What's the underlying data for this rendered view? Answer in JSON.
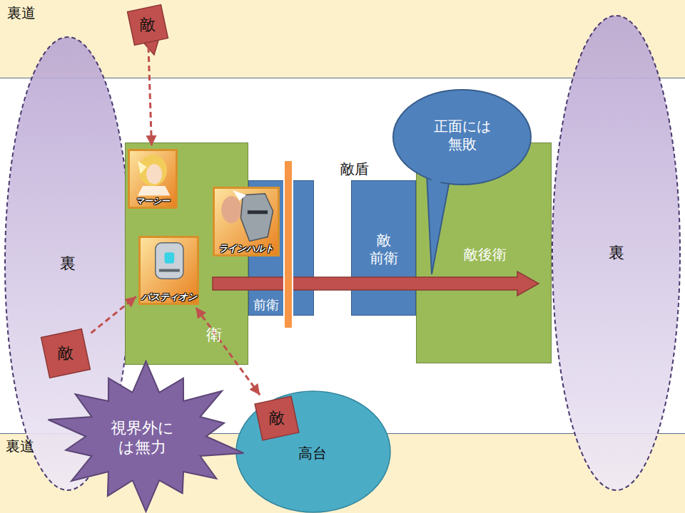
{
  "diagram": {
    "nodes": [
      {
        "text": [
          "裏道"
        ]
      },
      {
        "text": [
          "敵"
        ],
        "in": 0
      },
      {
        "text": [
          "裏"
        ]
      },
      {
        "text": [
          "衛"
        ]
      },
      {
        "text": [
          "マーシー"
        ],
        "in": 3
      },
      {
        "text": [
          "バスティオン"
        ],
        "in": 3
      },
      {
        "text": [
          "前衛"
        ]
      },
      {
        "text": [
          "ラインハルト"
        ]
      },
      {
        "text": [
          "敵 前衛"
        ]
      },
      {
        "text": [
          "正面には 無敗"
        ]
      },
      {
        "text": [
          "敵後衛"
        ]
      },
      {
        "text": [
          "裏"
        ]
      },
      {
        "text": [
          "敵"
        ]
      },
      {
        "text": [
          "裏道"
        ]
      },
      {
        "text": [
          "高台"
        ]
      },
      {
        "text": [
          "敵"
        ],
        "in": 14
      },
      {
        "text": [
          "視界外に は無力"
        ]
      }
    ],
    "edges": [
      {
        "from": 1,
        "to": 4,
        "arrow": "to"
      },
      {
        "from": 12,
        "to": 5,
        "arrow": "to"
      },
      {
        "from": 15,
        "to": 5,
        "arrow": "both"
      },
      {
        "from": 7,
        "to": 10,
        "arrow": "to"
      }
    ],
    "labels": [
      "敵盾"
    ]
  }
}
